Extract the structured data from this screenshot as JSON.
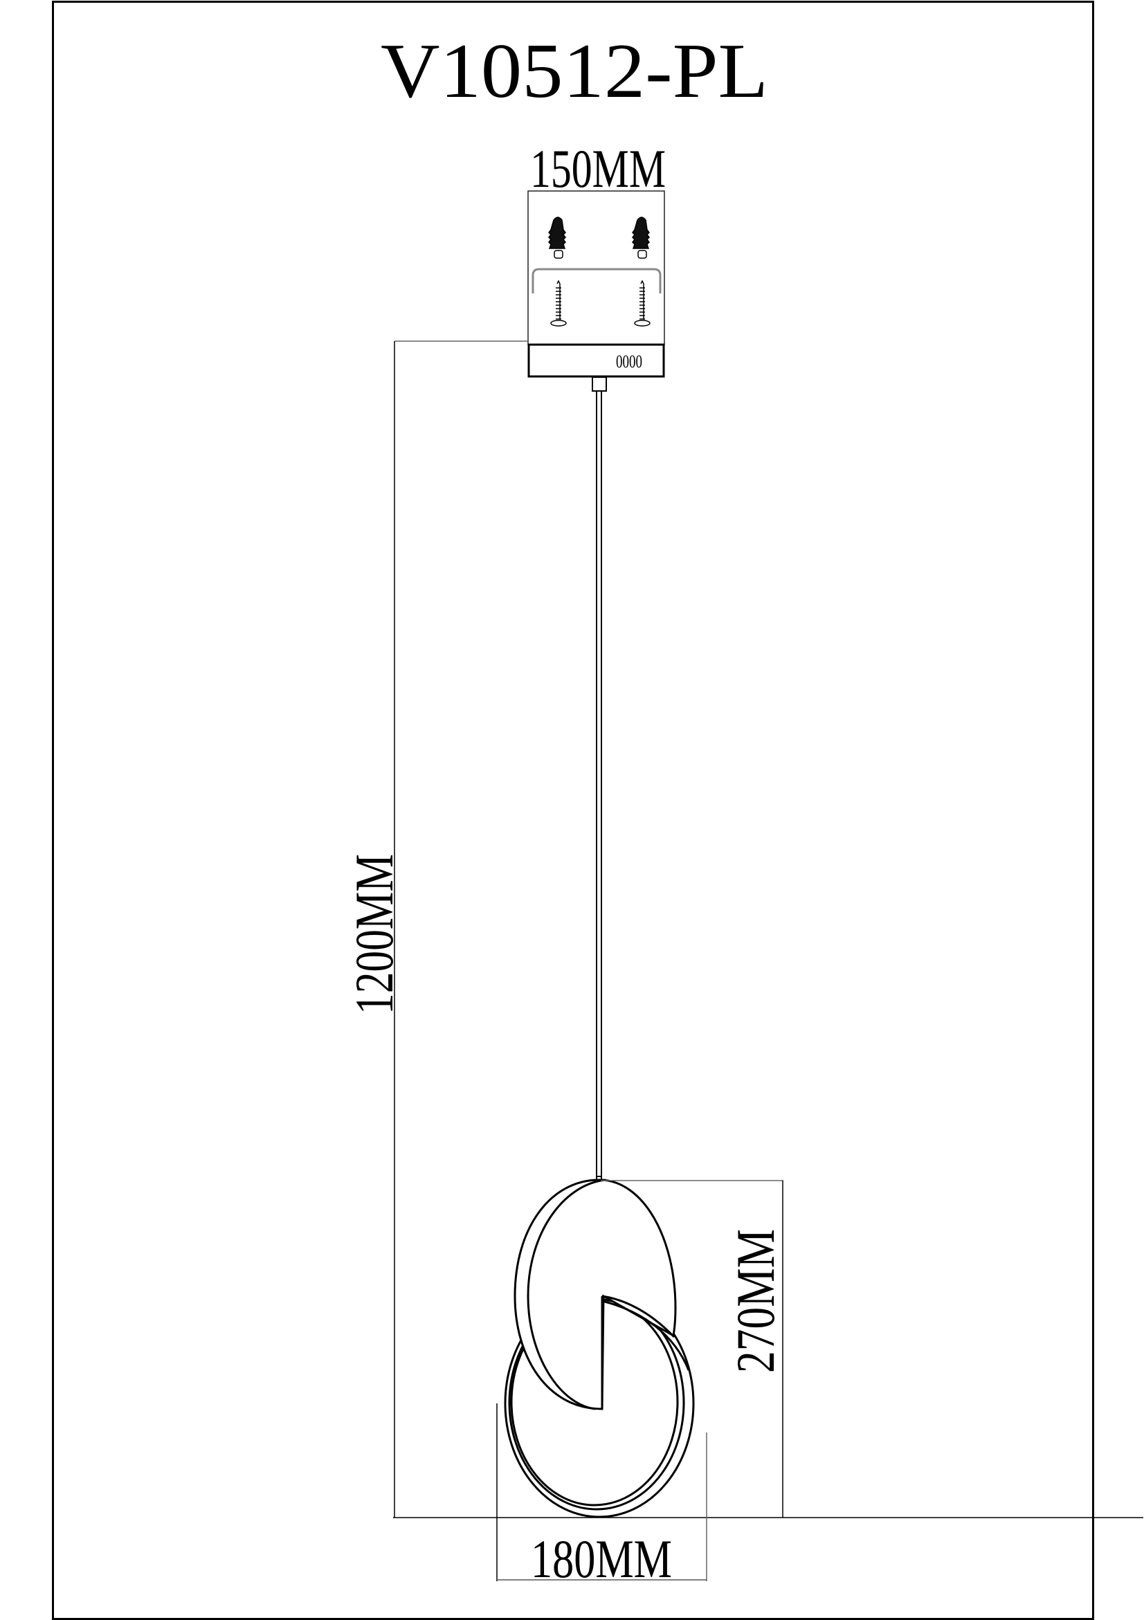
{
  "drawing": {
    "model_number": "V10512-PL",
    "dimensions": {
      "canopy_width": "150MM",
      "cord_length": "1200MM",
      "fixture_height": "270MM",
      "fixture_width": "180MM"
    },
    "canopy": {
      "contents": [
        "wall-anchor-left",
        "wall-anchor-right",
        "mounting-bracket",
        "screw-left",
        "screw-right"
      ],
      "terminal_label": "0000"
    },
    "colors": {
      "line": "#000000",
      "dimension_line": "#555555",
      "background": "#ffffff"
    }
  }
}
